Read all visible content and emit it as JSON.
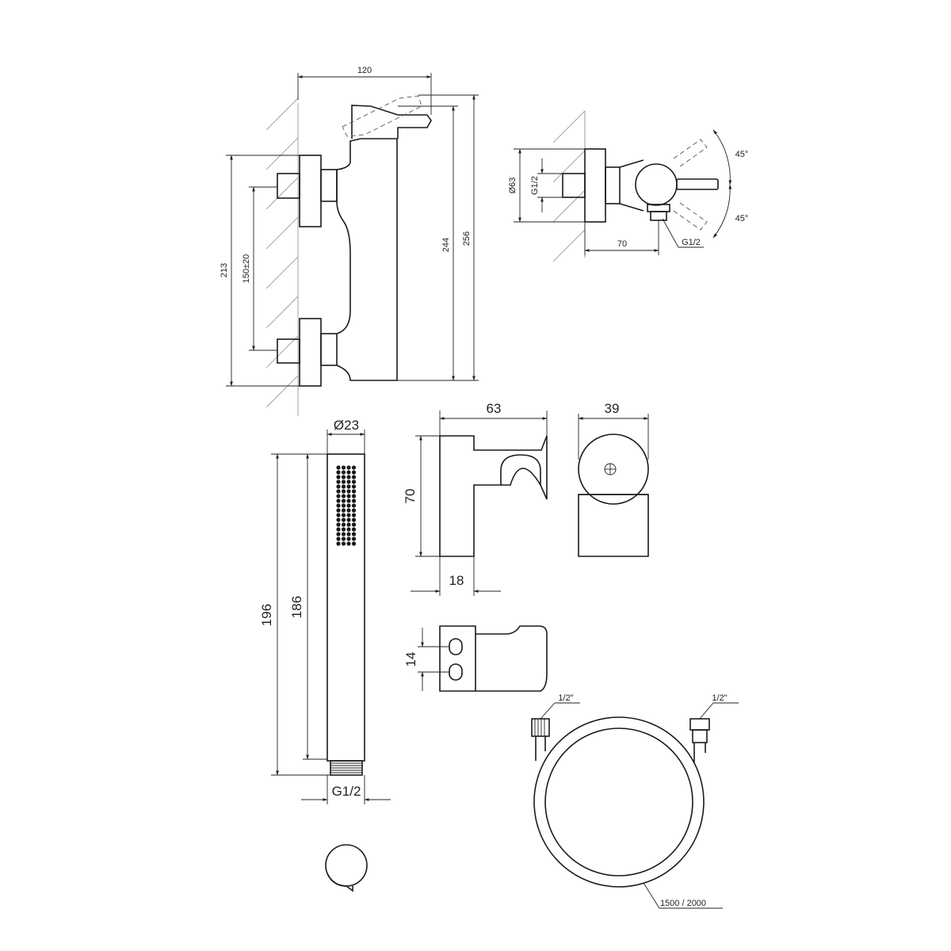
{
  "dimensions": {
    "mixer_width": "120",
    "mixer_height_213": "213",
    "mixer_spacing": "150±20",
    "mixer_height_244": "244",
    "mixer_height_256": "256",
    "side_diameter": "Ø63",
    "side_inlet_thread": "G1/2",
    "side_angle_top": "45°",
    "side_angle_bottom": "45°",
    "side_depth": "70",
    "side_outlet_thread": "G1/2",
    "handshower_diameter": "Ø23",
    "handshower_length_196": "196",
    "handshower_length_186": "186",
    "handshower_thread": "G1/2",
    "holder_width": "63",
    "holder_height": "70",
    "holder_base": "18",
    "holder_front_width": "39",
    "holder_slot_spacing": "14",
    "hose_end_left": "1/2\"",
    "hose_end_right": "1/2\"",
    "hose_length": "1500 / 2000"
  }
}
